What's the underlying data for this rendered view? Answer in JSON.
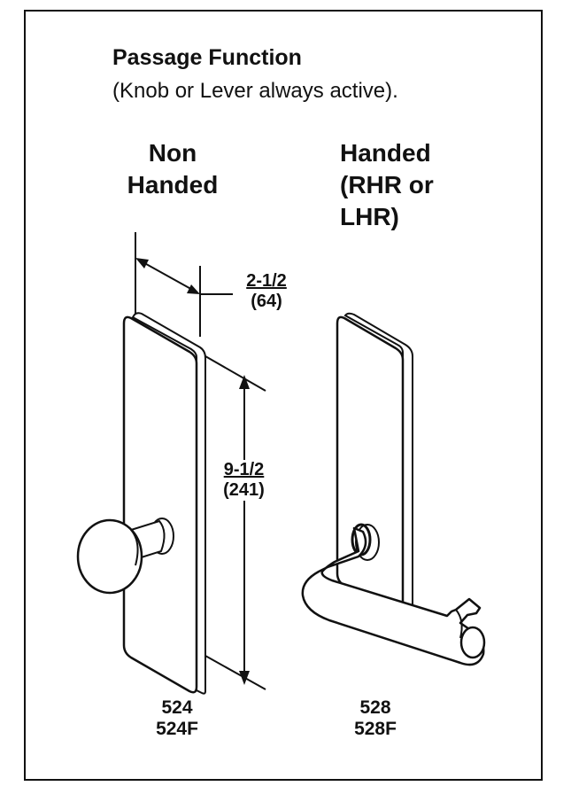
{
  "header": {
    "title": "Passage Function",
    "subtitle": "(Knob or Lever always active)."
  },
  "left": {
    "heading_line1": "Non",
    "heading_line2": "Handed",
    "width_dim": "2-1/2",
    "width_dim_metric": "(64)",
    "height_dim": "9-1/2",
    "height_dim_metric": "(241)",
    "model_1": "524",
    "model_2": "524F"
  },
  "right": {
    "heading_line1": "Handed",
    "heading_line2": "(RHR or",
    "heading_line3": "LHR)",
    "model_1": "528",
    "model_2": "528F"
  }
}
